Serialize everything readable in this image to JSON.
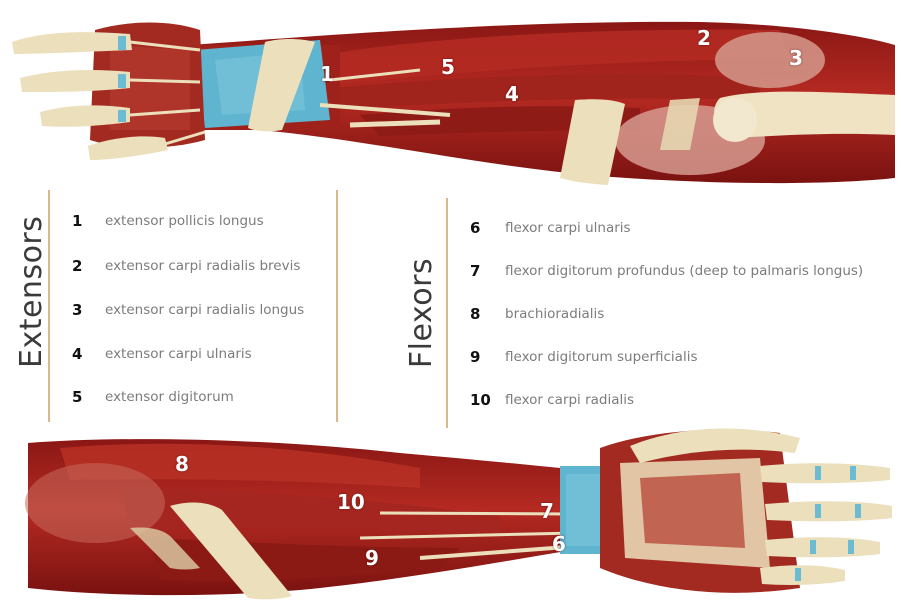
{
  "extensors": {
    "title": "Extensors",
    "items": [
      {
        "number": "1",
        "name": "extensor pollicis longus"
      },
      {
        "number": "2",
        "name": "extensor carpi radialis brevis"
      },
      {
        "number": "3",
        "name": "extensor carpi radialis longus"
      },
      {
        "number": "4",
        "name": "extensor carpi ulnaris"
      },
      {
        "number": "5",
        "name": "extensor digitorum"
      }
    ]
  },
  "flexors": {
    "title": "Flexors",
    "items": [
      {
        "number": "6",
        "name": "flexor carpi ulnaris"
      },
      {
        "number": "7",
        "name": "flexor digitorum profundus (deep to palmaris longus)"
      },
      {
        "number": "8",
        "name": "brachioradialis"
      },
      {
        "number": "9",
        "name": "flexor digitorum superficialis"
      },
      {
        "number": "10",
        "name": "flexor carpi radialis"
      }
    ]
  },
  "top_illustration_labels": [
    "1",
    "2",
    "3",
    "4",
    "5"
  ],
  "bottom_illustration_labels": [
    "6",
    "7",
    "8",
    "9",
    "10"
  ],
  "colors": {
    "muscle": "#a8201c",
    "muscle_dark": "#7e1412",
    "muscle_light": "#c84a40",
    "tendon": "#ece0bc",
    "bone": "#efe3c4",
    "retinaculum": "#5fb5cf",
    "divider": "#d9b98c"
  }
}
